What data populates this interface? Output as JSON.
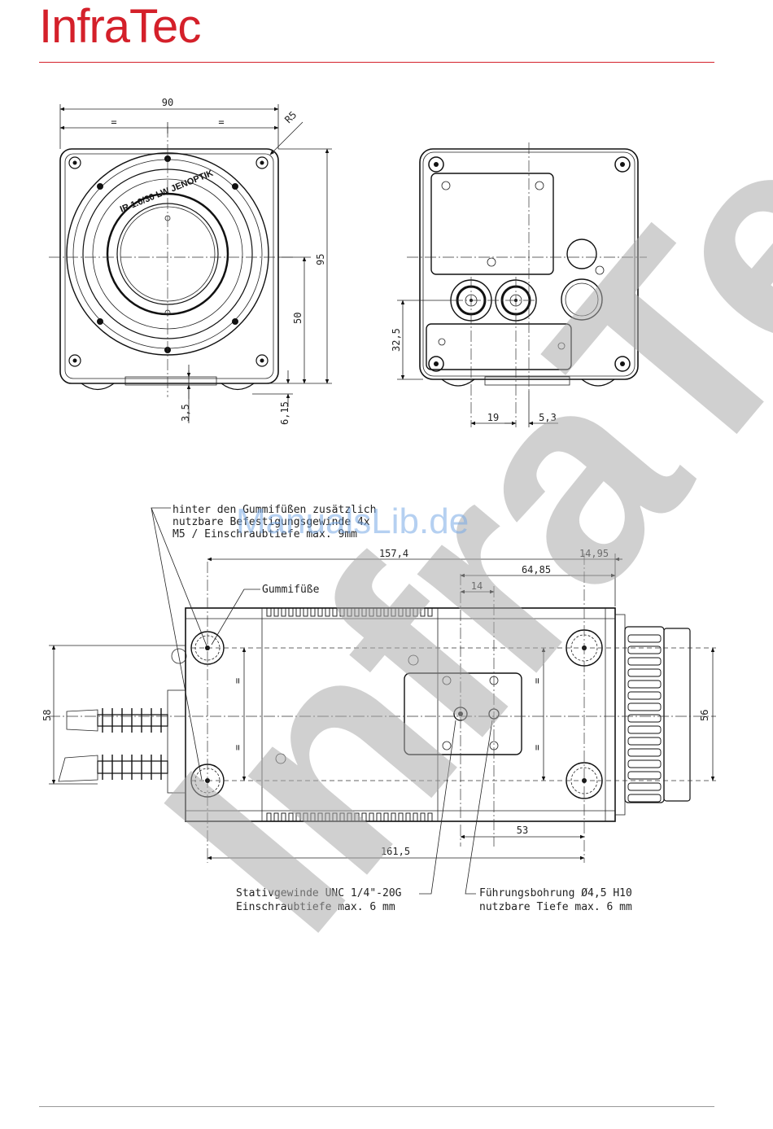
{
  "header": {
    "logo_text": "InfraTec",
    "brand_color": "#d4202a"
  },
  "front_view": {
    "lens_label": "IR 1.0/30 LW JENOPTIK",
    "dims": {
      "width": "90",
      "half_left": "=",
      "half_right": "=",
      "radius": "R5",
      "height": "95",
      "center_height": "50",
      "foot_offset": "3,5",
      "foot_height": "6,15"
    }
  },
  "rear_view": {
    "dims": {
      "connector_height": "32,5",
      "offset_19": "19",
      "offset_5_3": "5,3"
    }
  },
  "side_view": {
    "dims": {
      "length_157_4": "157,4",
      "length_14_95": "14,95",
      "length_64_85": "64,85",
      "length_14": "14",
      "height_58": "58",
      "height_56": "56",
      "length_53": "53",
      "length_161_5": "161,5",
      "eq_1": "=",
      "eq_2": "=",
      "eq_3": "=",
      "eq_4": "="
    },
    "notes": {
      "feet_thread_l1": "hinter den Gummifüßen zusätzlich",
      "feet_thread_l2": "nutzbare Befestigungsgewinde 4x",
      "feet_thread_l3": "M5 / Einschraubtiefe max. 9mm",
      "rubber_feet": "Gummifüße",
      "tripod_l1": "Stativgewinde UNC 1/4\"-20G",
      "tripod_l2": "Einschraubtiefe max. 6 mm",
      "guide_l1": "Führungsbohrung Ø4,5 H10",
      "guide_l2": "nutzbare Tiefe max. 6 mm"
    }
  },
  "watermarks": {
    "infratec": "InfraTec",
    "manualslib": "ManualsLib.de"
  }
}
